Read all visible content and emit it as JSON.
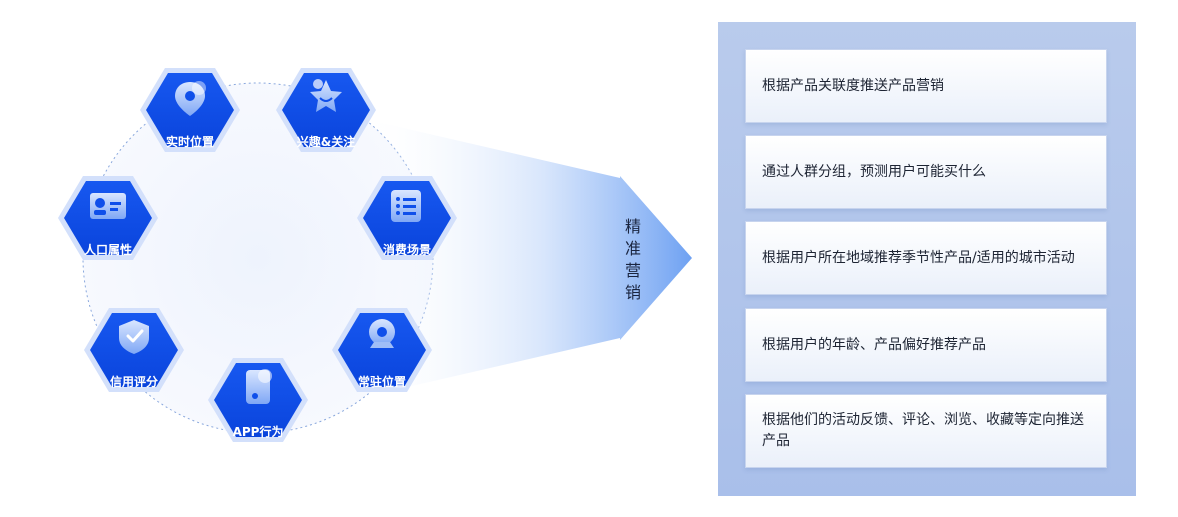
{
  "arrow": {
    "label_chars": [
      "精",
      "准",
      "营",
      "销"
    ]
  },
  "nodes": [
    {
      "label": "实时位置",
      "icon": "location-pin-icon"
    },
    {
      "label": "兴趣&关注",
      "icon": "star-icon"
    },
    {
      "label": "人口属性",
      "icon": "id-card-icon"
    },
    {
      "label": "消费场景",
      "icon": "list-icon"
    },
    {
      "label": "信用评分",
      "icon": "shield-check-icon"
    },
    {
      "label": "常驻位置",
      "icon": "map-pin-icon"
    },
    {
      "label": "APP行为",
      "icon": "phone-icon"
    }
  ],
  "cards": [
    {
      "text": "根据产品关联度推送产品营销"
    },
    {
      "text": "通过人群分组，预测用户可能买什么"
    },
    {
      "text": "根据用户所在地域推荐季节性产品/适用的城市活动"
    },
    {
      "text": "根据用户的年龄、产品偏好推荐产品"
    },
    {
      "text": "根据他们的活动反馈、评论、浏览、收藏等定向推送产品"
    }
  ],
  "colors": {
    "hex_fill": "#0f4fea",
    "hex_glow": "#d3e0fb",
    "panel": "#b9cbec",
    "arrow": "#6ea1f2"
  }
}
